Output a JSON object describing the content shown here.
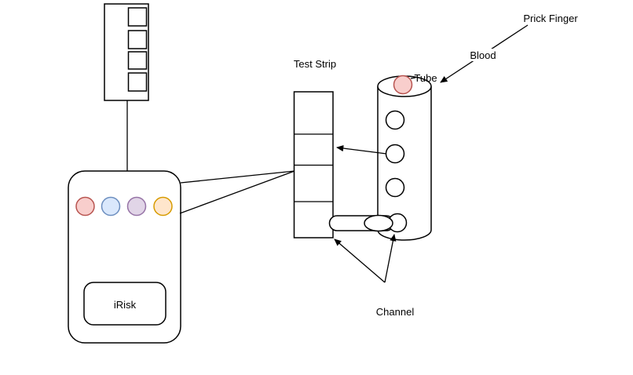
{
  "diagram": {
    "labels": {
      "prick_finger": "Prick Finger",
      "blood": "Blood",
      "tube": "Tube",
      "test_strip": "Test Strip",
      "channel": "Channel",
      "irisk": "iRisk"
    },
    "colors": {
      "background": "#ffffff",
      "line": "#000000",
      "blood_drop_fill": "#f8cecc",
      "blood_drop_stroke": "#b85450",
      "button_red_fill": "#f8cecc",
      "button_red_stroke": "#b85450",
      "button_blue_fill": "#dae8fc",
      "button_blue_stroke": "#6c8ebf",
      "button_purple_fill": "#e1d5e7",
      "button_purple_stroke": "#9673a6",
      "button_orange_fill": "#ffe6cc",
      "button_orange_stroke": "#d79b00",
      "shape_fill": "#ffffff"
    }
  }
}
